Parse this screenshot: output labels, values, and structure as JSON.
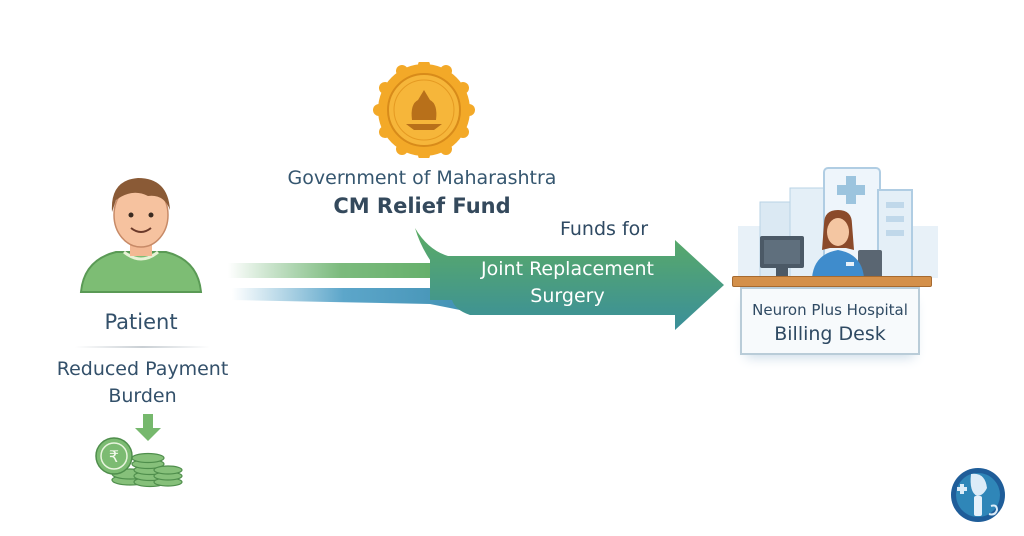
{
  "government": {
    "emblem_icon": "maharashtra-seal-icon",
    "line1": "Government of Maharashtra",
    "line2": "CM Relief Fund"
  },
  "patient": {
    "avatar_icon": "patient-avatar-icon",
    "label": "Patient",
    "benefit_line1": "Reduced Payment",
    "benefit_line2": "Burden",
    "arrow_icon": "arrow-down-icon",
    "coins_icon": "coin-stack-icon"
  },
  "flow": {
    "caption": "Funds for",
    "label_line1": "Joint Replacement",
    "label_line2": "Surgery"
  },
  "hospital": {
    "building_icon": "hospital-building-icon",
    "staff_icon": "billing-staff-icon",
    "name": "Neuron Plus Hospital",
    "desk": "Billing Desk"
  },
  "logo": {
    "icon": "orthopedic-knee-logo-icon"
  },
  "colors": {
    "text": "#2f4a63",
    "green": "#5aaa62",
    "teal": "#3f9a8e",
    "blue": "#4a9cc4",
    "seal": "#f3a928",
    "desk_top": "#d4904a"
  }
}
